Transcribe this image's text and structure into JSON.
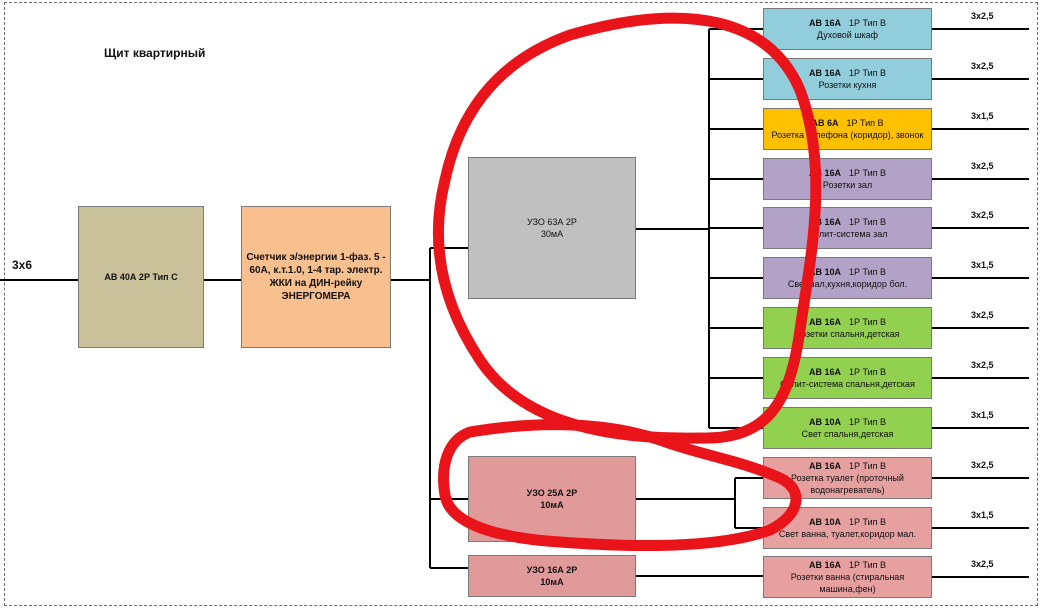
{
  "title": "Щит квартирный",
  "input_cable": "3х6",
  "main_breaker": {
    "line1": "АВ 40А 2Р Тип С"
  },
  "meter": {
    "lines": [
      "Счетчик э/энергии 1-фаз. 5 -",
      "60А, к.т.1.0, 1-4 тар. электр.",
      "ЖКИ на ДИН-рейку",
      "ЭНЕРГОМЕРА"
    ]
  },
  "rcds": [
    {
      "line1": "УЗО 63А   2Р",
      "line2": "30мА",
      "color": "#c0c0c0"
    },
    {
      "line1": "УЗО 25А   2Р",
      "line2": "10мА",
      "color": "#e09a9a"
    },
    {
      "line1": "УЗО 16А   2Р",
      "line2": "10мА",
      "color": "#e09a9a"
    }
  ],
  "breakers": [
    {
      "rating": "АВ 16А",
      "spec": "1Р Тип В",
      "label": "Духовой шкаф",
      "cable": "3х2,5",
      "color": "#92cddc"
    },
    {
      "rating": "АВ 16А",
      "spec": "1Р Тип В",
      "label": "Розетки кухня",
      "cable": "3х2,5",
      "color": "#92cddc"
    },
    {
      "rating": "АВ 6А",
      "spec": "1Р Тип В",
      "label": "Розетка телефона (коридор), звонок",
      "cable": "3х1,5",
      "color": "#ffc000"
    },
    {
      "rating": "АВ 16А",
      "spec": "1Р Тип В",
      "label": "Розетки зал",
      "cable": "3х2,5",
      "color": "#b3a2c7"
    },
    {
      "rating": "АВ 16А",
      "spec": "1Р Тип В",
      "label": "Сплит-система зал",
      "cable": "3х2,5",
      "color": "#b3a2c7"
    },
    {
      "rating": "АВ 10А",
      "spec": "1Р Тип В",
      "label": "Свет зал,кухня,коридор бол.",
      "cable": "3х1,5",
      "color": "#b3a2c7"
    },
    {
      "rating": "АВ 16А",
      "spec": "1Р Тип В",
      "label": "Розетки спальня,детская",
      "cable": "3х2,5",
      "color": "#92d050"
    },
    {
      "rating": "АВ 16А",
      "spec": "1Р Тип В",
      "label": "Сплит-система спальня,детская",
      "cable": "3х2,5",
      "color": "#92d050"
    },
    {
      "rating": "АВ 10А",
      "spec": "1Р Тип В",
      "label": "Свет спальня,детская",
      "cable": "3х1,5",
      "color": "#92d050"
    },
    {
      "rating": "АВ 16А",
      "spec": "1Р Тип В",
      "label": "Розетка туалет (проточный водонагреватель)",
      "cable": "3х2,5",
      "color": "#e6a0a0"
    },
    {
      "rating": "АВ 10А",
      "spec": "1Р Тип В",
      "label": "Свет ванна, туалет,коридор мал.",
      "cable": "3х1,5",
      "color": "#e6a0a0"
    },
    {
      "rating": "АВ 16А",
      "spec": "1Р Тип В",
      "label": "Розетки ванна (стиральная машина,фен)",
      "cable": "3х2,5",
      "color": "#e6a0a0"
    }
  ],
  "colors": {
    "main_breaker": "#c9c19a",
    "meter": "#f9c08f",
    "wire": "#000000",
    "marker": "#e8141a"
  }
}
